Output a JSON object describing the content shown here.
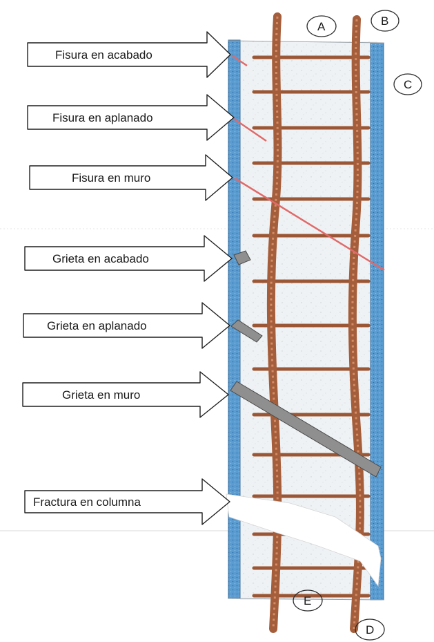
{
  "labels": {
    "fisura_acabado": "Fisura en acabado",
    "fisura_aplanado": "Fisura en aplanado",
    "fisura_muro": "Fisura en muro",
    "grieta_acabado": "Grieta en acabado",
    "grieta_aplanado": "Grieta en aplanado",
    "grieta_muro": "Grieta en muro",
    "fractura_columna": "Fractura en  columna"
  },
  "letters": {
    "a": "A",
    "b": "B",
    "c": "C",
    "d": "D",
    "e": "E"
  },
  "colors": {
    "fisura_line": "#e06a6a",
    "grieta_fill": "#8e8e8e",
    "rebar": "#a6603e",
    "concrete": "#eef1f3",
    "finish_layer": "#4d90c8"
  }
}
